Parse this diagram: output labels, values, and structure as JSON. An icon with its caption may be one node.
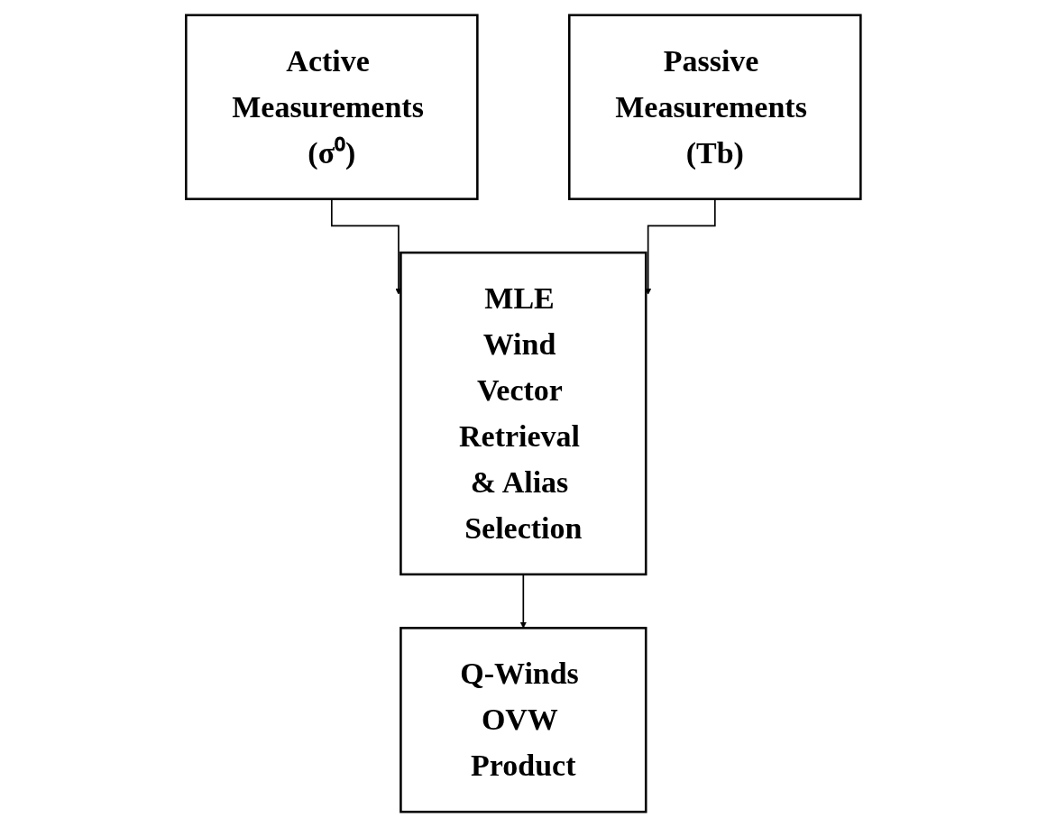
{
  "diagram": {
    "nodes": [
      {
        "text": [
          "Active Measurements (σ⁰)"
        ]
      },
      {
        "text": [
          "Passive Measurements (Tb)"
        ]
      },
      {
        "text": [
          "MLE Wind Vector Retrieval & Alias Selection"
        ]
      },
      {
        "text": [
          "Q-Winds OVW Product"
        ]
      }
    ],
    "edges": [
      {
        "from": 0,
        "to": 2,
        "arrow": "to"
      },
      {
        "from": 1,
        "to": 2,
        "arrow": "to"
      },
      {
        "from": 2,
        "to": 3,
        "arrow": "to"
      }
    ]
  }
}
